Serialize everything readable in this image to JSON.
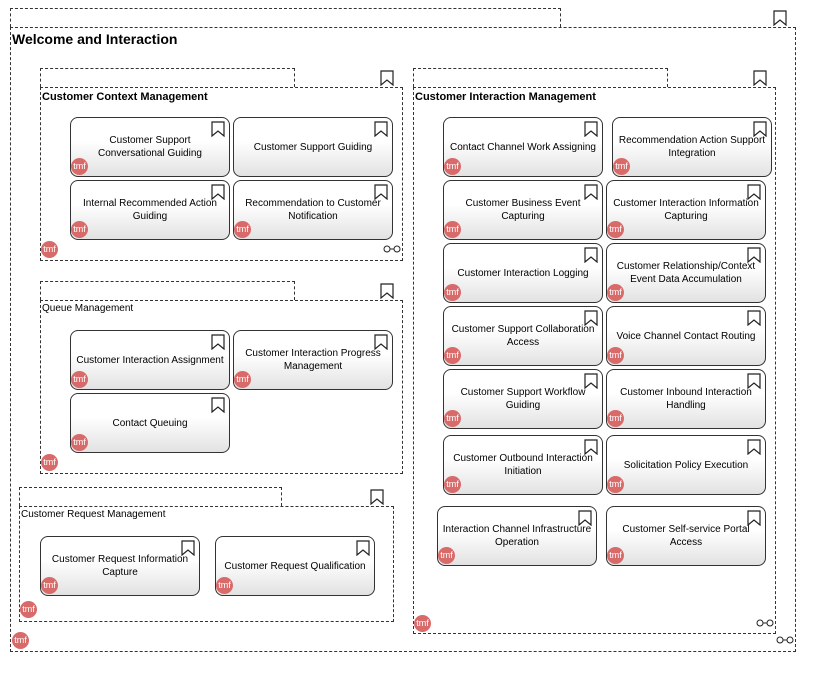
{
  "diagram": {
    "title": "Welcome and Interaction",
    "tmf_badge": "tmf",
    "colors": {
      "badge": "#d96a6a",
      "border": "#333333"
    },
    "groups": {
      "context": {
        "title": "Customer Context Management",
        "items": [
          "Customer Support Conversational Guiding",
          "Customer Support Guiding",
          "Internal Recommended Action Guiding",
          "Recommendation to Customer Notification"
        ]
      },
      "queue": {
        "title": "Queue Management",
        "items": [
          "Customer Interaction Assignment",
          "Customer Interaction Progress Management",
          "Contact Queuing"
        ]
      },
      "request": {
        "title": "Customer Request Management",
        "items": [
          "Customer Request Information Capture",
          "Customer Request Qualification"
        ]
      },
      "interaction": {
        "title": "Customer Interaction Management",
        "items": [
          "Contact Channel Work Assigning",
          "Recommendation Action Support Integration",
          "Customer Business Event Capturing",
          "Customer Interaction Information Capturing",
          "Customer Interaction Logging",
          "Customer Relationship/Context Event Data Accumulation",
          "Customer Support Collaboration Access",
          "Voice Channel Contact Routing",
          "Customer Support Workflow Guiding",
          "Customer Inbound Interaction Handling",
          "Customer Outbound Interaction Initiation",
          "Solicitation Policy Execution",
          "Interaction Channel Infrastructure Operation",
          "Customer Self-service Portal Access"
        ]
      }
    }
  }
}
